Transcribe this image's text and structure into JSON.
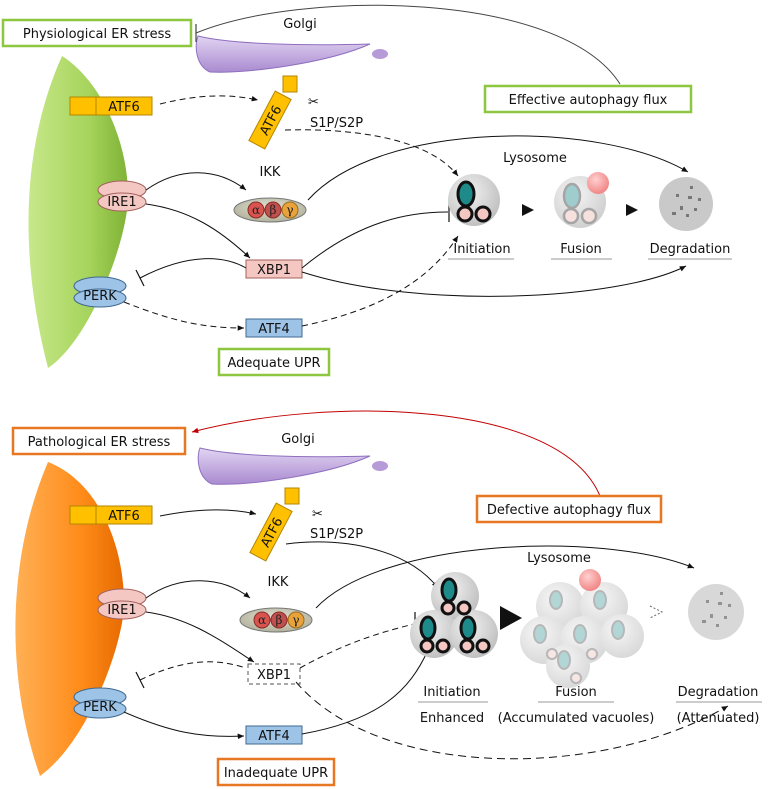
{
  "top": {
    "stress": "Physiological ER stress",
    "golgi": "Golgi",
    "atf6_er": "ATF6",
    "atf6_golgi": "ATF6",
    "protease": "S1P/S2P",
    "ire1": "IRE1",
    "perk": "PERK",
    "ikk": "IKK",
    "xbp1": "XBP1",
    "atf4": "ATF4",
    "upr": "Adequate UPR",
    "flux": "Effective autophagy flux",
    "lysosome": "Lysosome",
    "stage1": "Initiation",
    "stage2": "Fusion",
    "stage3": "Degradation"
  },
  "bottom": {
    "stress": "Pathological ER stress",
    "golgi": "Golgi",
    "atf6_er": "ATF6",
    "atf6_golgi": "ATF6",
    "protease": "S1P/S2P",
    "ire1": "IRE1",
    "perk": "PERK",
    "ikk": "IKK",
    "xbp1": "XBP1",
    "atf4": "ATF4",
    "upr": "Inadequate UPR",
    "flux": "Defective autophagy flux",
    "lysosome": "Lysosome",
    "stage1": "Initiation",
    "stage2": "Fusion",
    "stage3": "Degradation",
    "stage1_note": "Enhanced",
    "stage2_note": "(Accumulated vacuoles)",
    "stage3_note": "(Attenuated)"
  },
  "ikk_subunits": [
    "α",
    "β",
    "γ"
  ],
  "colors": {
    "physiological": "#8dc63f",
    "pathological": "#e87722",
    "atf6": "#ffc000",
    "ire1": "#f4c7c3",
    "perk": "#9dc3e6",
    "golgi": "#c9b3e0",
    "inhibition_red": "#c00000"
  }
}
